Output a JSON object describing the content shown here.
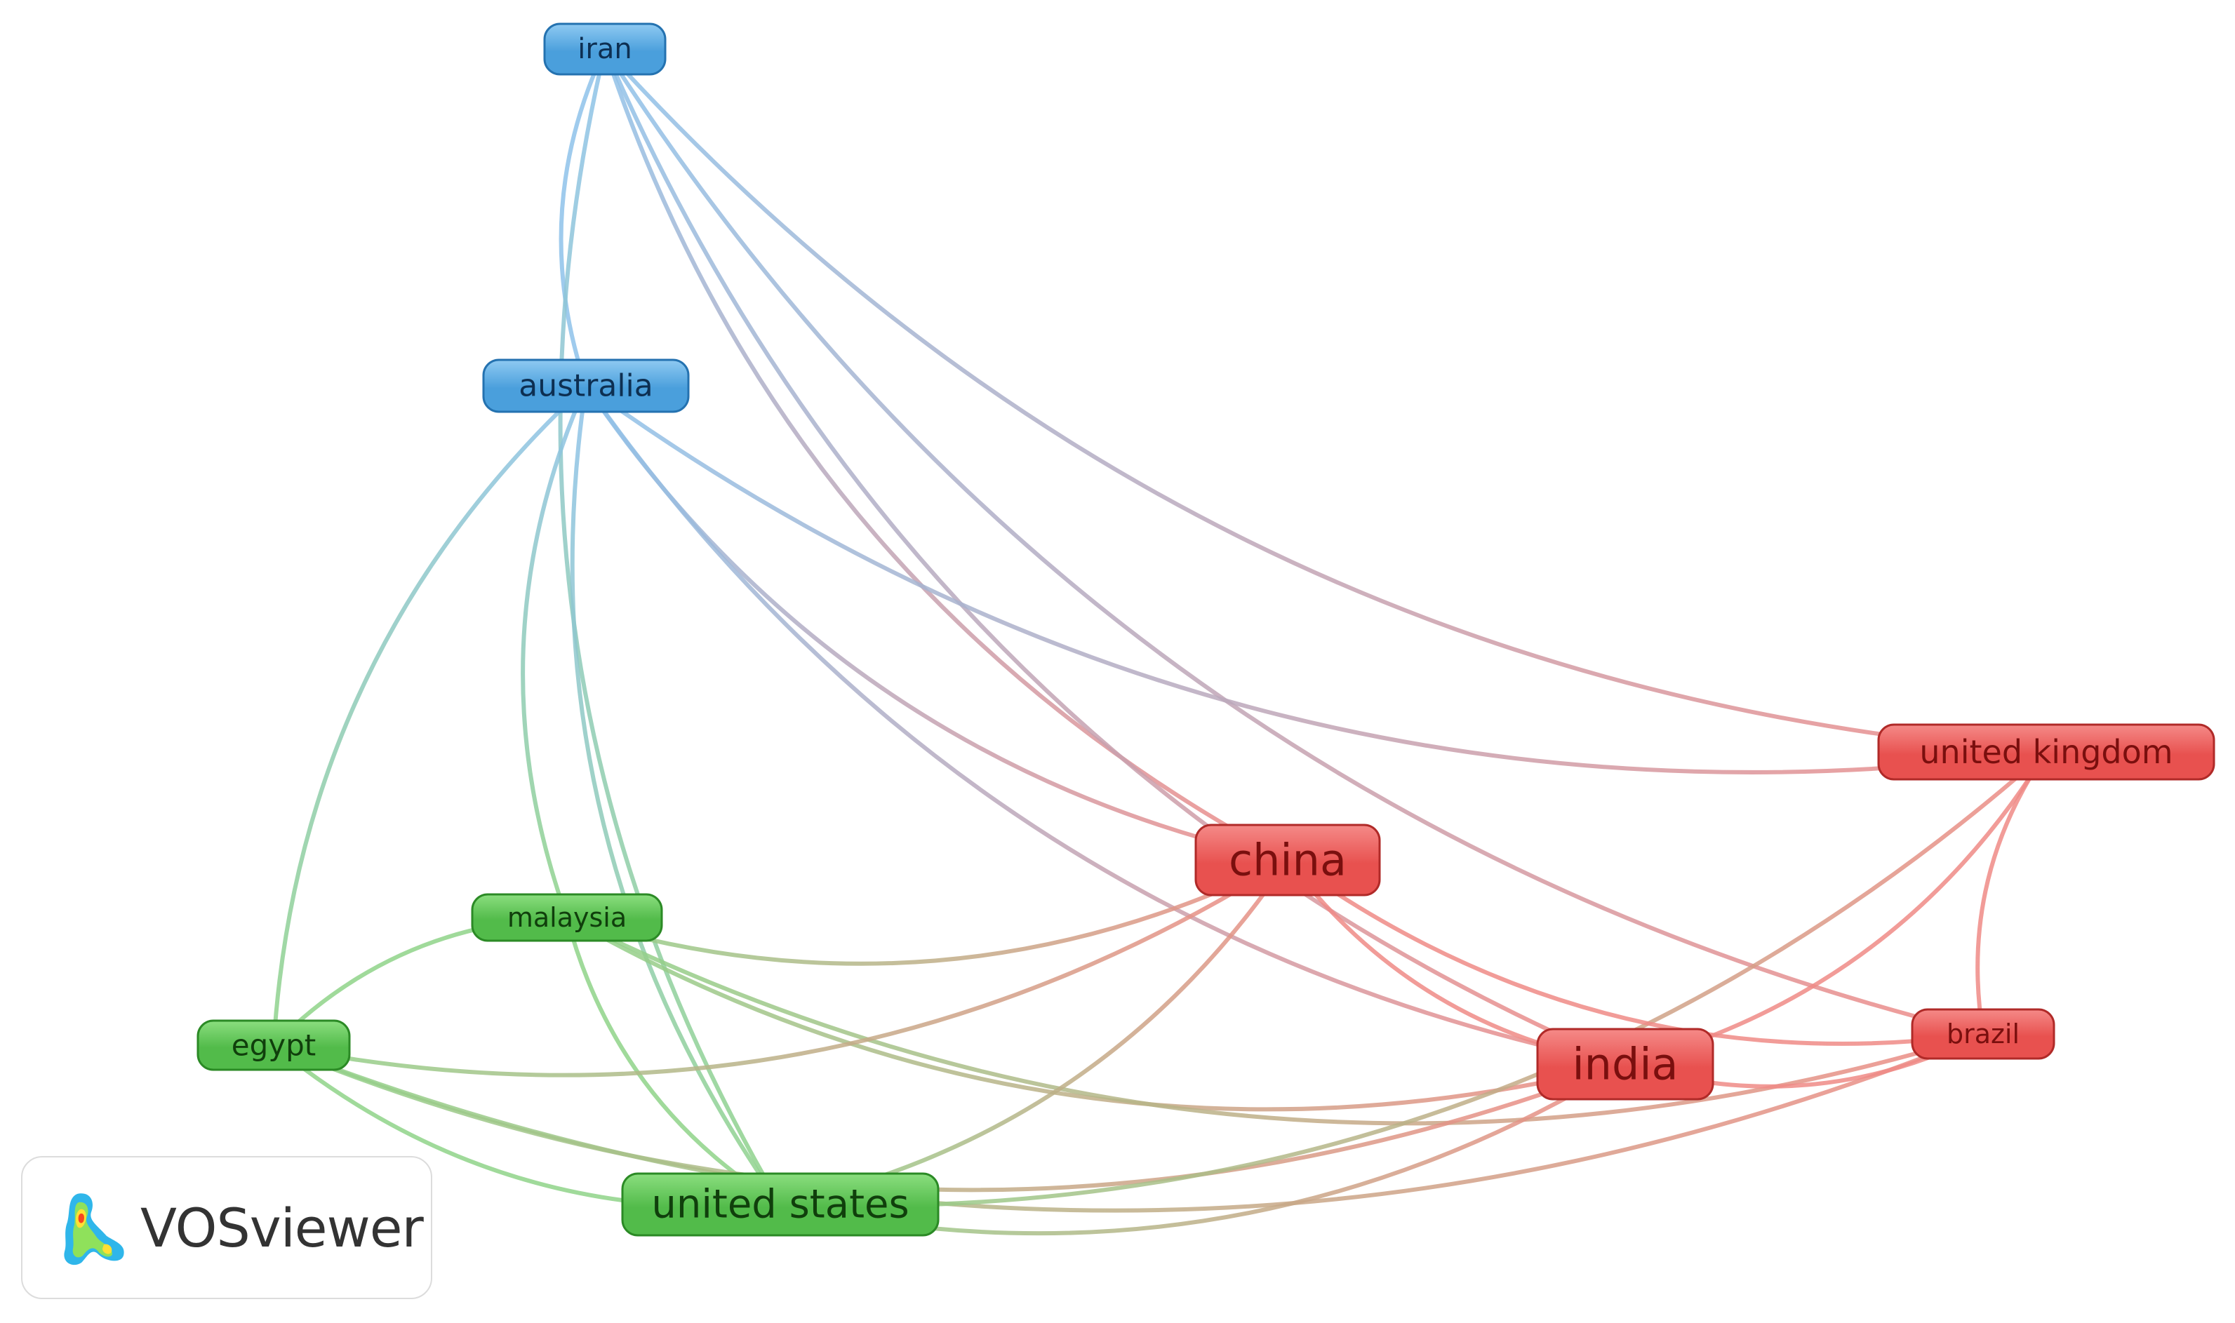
{
  "clusters": {
    "red": {
      "fill": "#e8514f",
      "fill_light": "#f58a88",
      "stroke": "#b02a28",
      "text": "#7a0f0e",
      "link": "#ef8a86"
    },
    "green": {
      "fill": "#52bb4a",
      "fill_light": "#8bde7f",
      "stroke": "#2b8a25",
      "text": "#103f0c",
      "link": "#8fd389"
    },
    "blue": {
      "fill": "#4a9fdc",
      "fill_light": "#8fcaf2",
      "stroke": "#2472b0",
      "text": "#0d2f52",
      "link": "#8ec2ea"
    }
  },
  "nodes": [
    {
      "id": "iran",
      "label": "iran",
      "cluster": "blue"
    },
    {
      "id": "australia",
      "label": "australia",
      "cluster": "blue"
    },
    {
      "id": "malaysia",
      "label": "malaysia",
      "cluster": "green"
    },
    {
      "id": "egypt",
      "label": "egypt",
      "cluster": "green"
    },
    {
      "id": "united-states",
      "label": "united states",
      "cluster": "green"
    },
    {
      "id": "china",
      "label": "china",
      "cluster": "red"
    },
    {
      "id": "india",
      "label": "india",
      "cluster": "red"
    },
    {
      "id": "united-kingdom",
      "label": "united kingdom",
      "cluster": "red"
    },
    {
      "id": "brazil",
      "label": "brazil",
      "cluster": "red"
    }
  ],
  "links": [
    [
      "iran",
      "australia"
    ],
    [
      "iran",
      "united-states"
    ],
    [
      "iran",
      "china"
    ],
    [
      "iran",
      "india"
    ],
    [
      "iran",
      "brazil"
    ],
    [
      "iran",
      "united-kingdom"
    ],
    [
      "australia",
      "united-kingdom"
    ],
    [
      "australia",
      "malaysia"
    ],
    [
      "australia",
      "egypt"
    ],
    [
      "australia",
      "united-states"
    ],
    [
      "australia",
      "china"
    ],
    [
      "australia",
      "india"
    ],
    [
      "malaysia",
      "china"
    ],
    [
      "malaysia",
      "india"
    ],
    [
      "malaysia",
      "egypt"
    ],
    [
      "malaysia",
      "united-states"
    ],
    [
      "malaysia",
      "brazil"
    ],
    [
      "egypt",
      "china"
    ],
    [
      "egypt",
      "united-states"
    ],
    [
      "egypt",
      "brazil"
    ],
    [
      "egypt",
      "india"
    ],
    [
      "united-states",
      "china"
    ],
    [
      "united-states",
      "india"
    ],
    [
      "united-states",
      "united-kingdom"
    ],
    [
      "china",
      "india"
    ],
    [
      "china",
      "brazil"
    ],
    [
      "india",
      "brazil"
    ],
    [
      "india",
      "united-kingdom"
    ],
    [
      "united-kingdom",
      "brazil"
    ]
  ],
  "logo": {
    "text": "VOSviewer"
  }
}
